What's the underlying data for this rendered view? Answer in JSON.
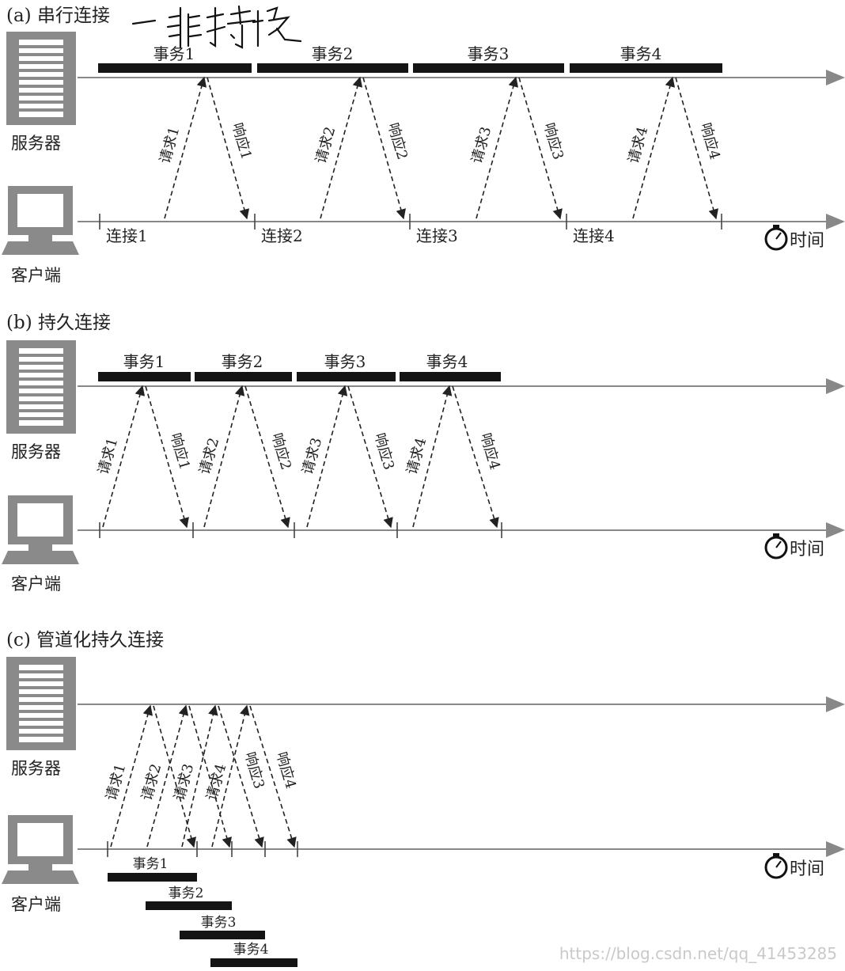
{
  "panels": [
    {
      "id": "a",
      "title": "(a) 串行连接",
      "server_label": "服务器",
      "client_label": "客户端",
      "time_label": "时间",
      "transactions": [
        "事务1",
        "事务2",
        "事务3",
        "事务4"
      ],
      "requests": [
        "请求1",
        "请求2",
        "请求3",
        "请求4"
      ],
      "responses": [
        "响应1",
        "响应2",
        "响应3",
        "响应4"
      ],
      "connections": [
        "连接1",
        "连接2",
        "连接3",
        "连接4"
      ]
    },
    {
      "id": "b",
      "title": "(b) 持久连接",
      "server_label": "服务器",
      "client_label": "客户端",
      "time_label": "时间",
      "transactions": [
        "事务1",
        "事务2",
        "事务3",
        "事务4"
      ],
      "requests": [
        "请求1",
        "请求2",
        "请求3",
        "请求4"
      ],
      "responses": [
        "响应1",
        "响应2",
        "响应3",
        "响应4"
      ]
    },
    {
      "id": "c",
      "title": "(c) 管道化持久连接",
      "server_label": "服务器",
      "client_label": "客户端",
      "time_label": "时间",
      "transactions": [
        "事务1",
        "事务2",
        "事务3",
        "事务4"
      ],
      "requests": [
        "请求1",
        "请求2",
        "请求3",
        "请求4"
      ],
      "responses": [
        "响应3",
        "响应4"
      ]
    }
  ],
  "handwritten_note": "一 非持续",
  "watermark": "https://blog.csdn.net/qq_41453285"
}
